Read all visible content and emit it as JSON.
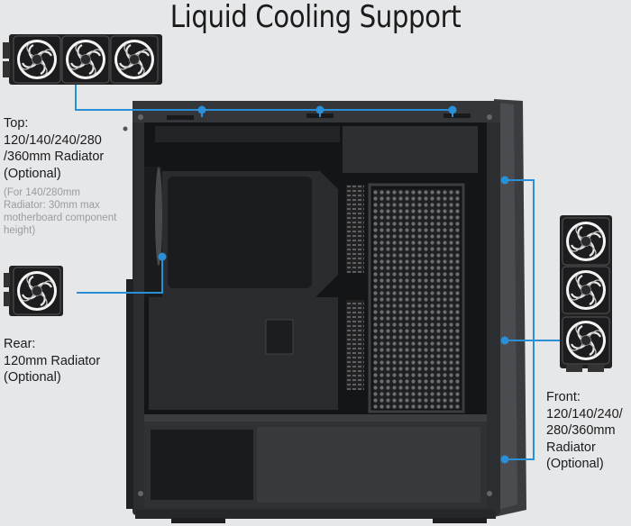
{
  "title": "Liquid Cooling Support",
  "top": {
    "label": "Top:\n120/140/240/280\n/360mm Radiator\n(Optional)",
    "note": "(For 140/280mm\nRadiator: 30mm max\nmotherboard component\nheight)"
  },
  "rear": {
    "label": "Rear:\n120mm Radiator\n(Optional)"
  },
  "front": {
    "label": "Front:\n120/140/240/\n280/360mm\nRadiator\n(Optional)"
  },
  "colors": {
    "accent": "#2a8fd6",
    "chassis": "#2b2d30",
    "background": "#e6e7e9"
  }
}
